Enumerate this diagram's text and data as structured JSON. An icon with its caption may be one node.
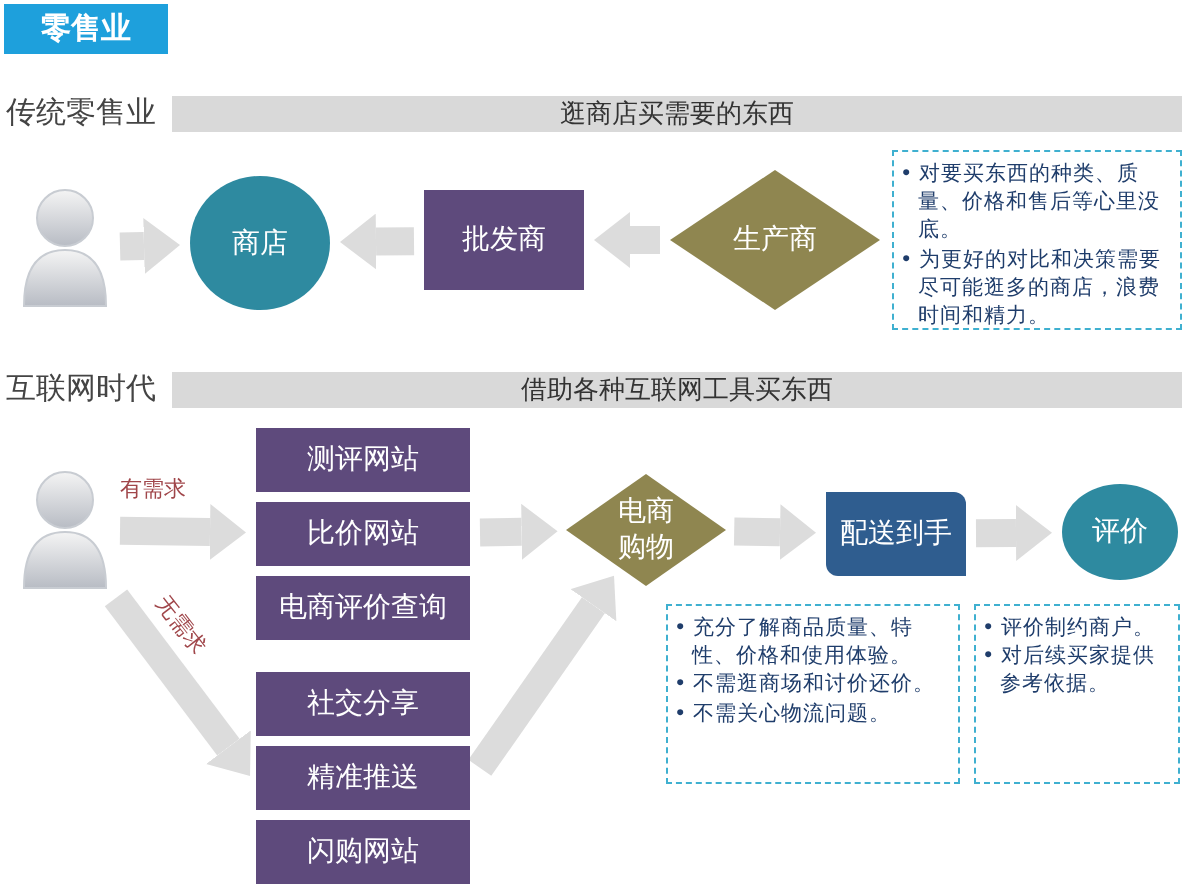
{
  "diagram": {
    "title": "零售业",
    "nodes": [
      {
        "text": [
          "逛商店买需要的东西"
        ]
      },
      {
        "text": [],
        "shape": "person"
      },
      {
        "text": [
          "商店"
        ]
      },
      {
        "text": [
          "批发商"
        ]
      },
      {
        "text": [
          "生产商"
        ]
      },
      {
        "text": [
          "• 对要买东西的种类、质量、价格和售后等心里没底。",
          "• 为更好的对比和决策需要尽可能逛多的商店，浪费时间和精力。"
        ]
      },
      {
        "text": [
          "借助各种互联网工具买东西"
        ]
      },
      {
        "text": [],
        "shape": "person"
      },
      {
        "text": [
          "测评网站"
        ]
      },
      {
        "text": [
          "比价网站"
        ]
      },
      {
        "text": [
          "电商评价查询"
        ]
      },
      {
        "text": [
          "社交分享"
        ]
      },
      {
        "text": [
          "精准推送"
        ]
      },
      {
        "text": [
          "闪购网站"
        ]
      },
      {
        "text": [
          "电商购物"
        ]
      },
      {
        "text": [
          "配送到手"
        ]
      },
      {
        "text": [
          "评价"
        ]
      },
      {
        "text": [
          "• 充分了解商品质量、特性、价格和使用体验。",
          "• 不需逛商场和讨价还价。",
          "• 不需关心物流问题。"
        ]
      },
      {
        "text": [
          "• 评价制约商户。",
          "• 对后续买家提供参考依据。"
        ]
      }
    ],
    "edges": [
      {
        "from": 1,
        "to": 2,
        "arrow": "to"
      },
      {
        "from": 3,
        "to": 2,
        "arrow": "to"
      },
      {
        "from": 4,
        "to": 3,
        "arrow": "to"
      },
      {
        "from": 7,
        "to": 9,
        "arrow": "to",
        "label": "有需求"
      },
      {
        "from": 7,
        "to": 12,
        "arrow": "to",
        "label": "无需求"
      },
      {
        "from": 9,
        "to": 14,
        "arrow": "to"
      },
      {
        "from": 12,
        "to": 14,
        "arrow": "to"
      },
      {
        "from": 14,
        "to": 15,
        "arrow": "to"
      },
      {
        "from": 15,
        "to": 16,
        "arrow": "to"
      }
    ],
    "labels": [
      "传统零售业",
      "互联网时代"
    ]
  }
}
